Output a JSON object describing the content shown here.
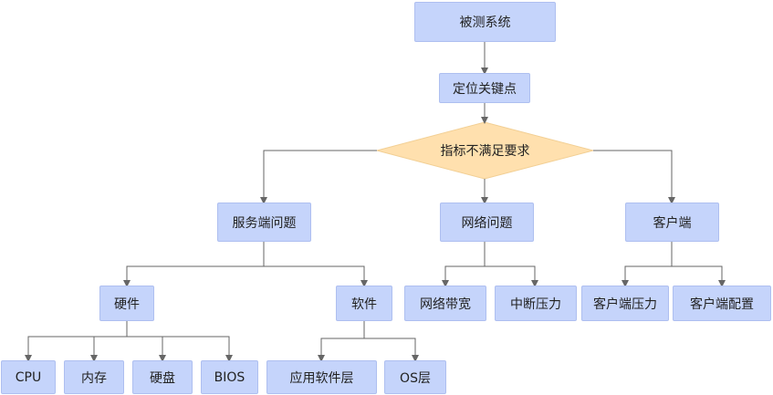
{
  "nodes": {
    "system": "被测系统",
    "locate": "定位关键点",
    "decision": "指标不满足要求",
    "server": "服务端问题",
    "network": "网络问题",
    "client": "客户端",
    "hardware": "硬件",
    "software": "软件",
    "bandwidth": "网络带宽",
    "interrupt": "中断压力",
    "client_pressure": "客户端压力",
    "client_config": "客户端配置",
    "cpu": "CPU",
    "memory": "内存",
    "disk": "硬盘",
    "bios": "BIOS",
    "app_layer": "应用软件层",
    "os_layer": "OS层"
  },
  "colors": {
    "node_fill": "#c5d4fb",
    "diamond_fill": "#ffe0ae",
    "connector": "#666666"
  }
}
